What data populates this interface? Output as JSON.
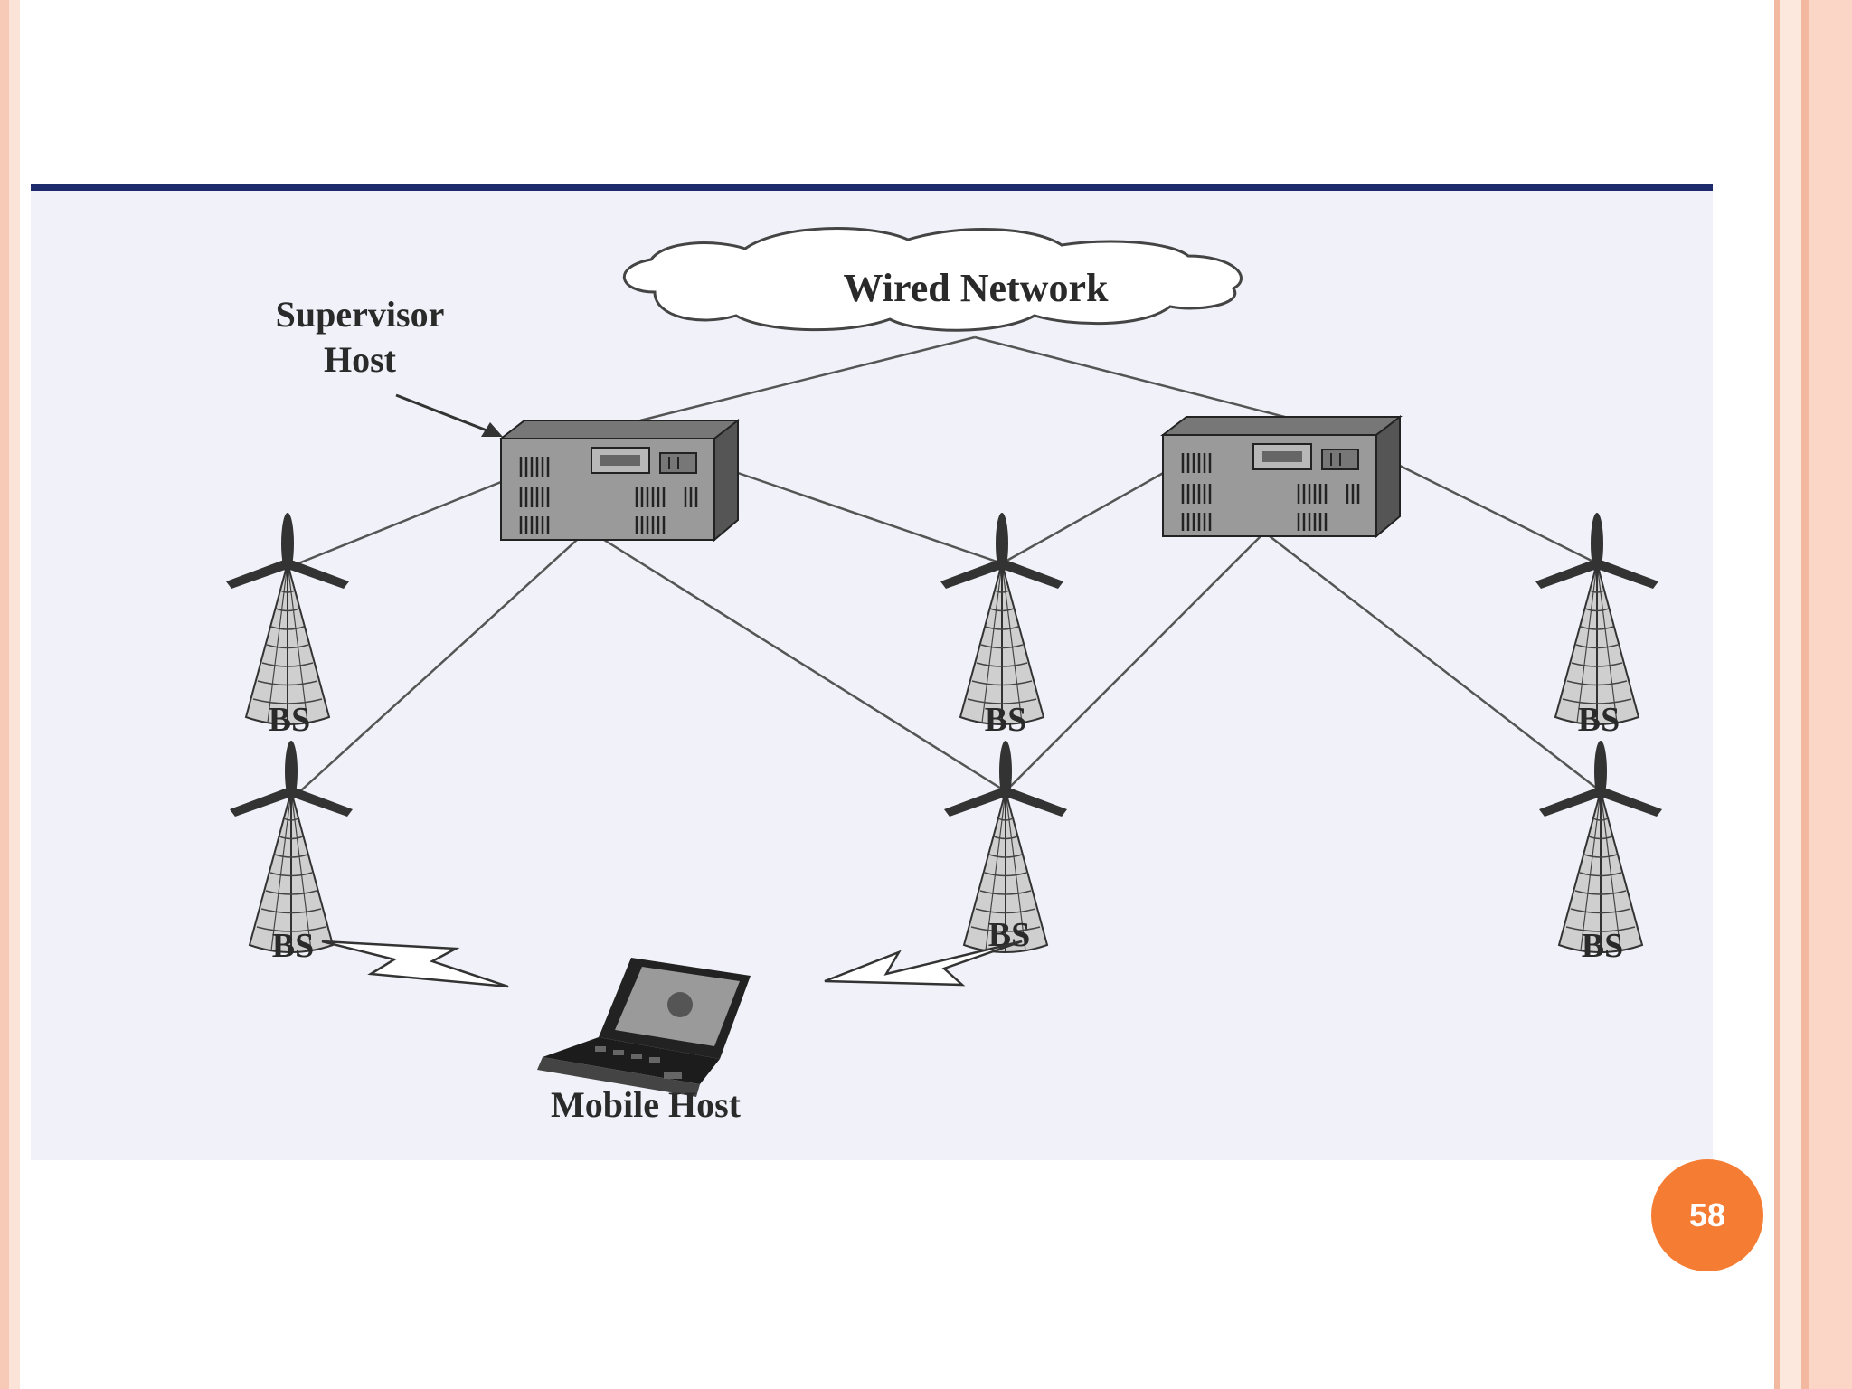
{
  "diagram": {
    "cloud_label": "Wired Network",
    "supervisor_label_line1": "Supervisor",
    "supervisor_label_line2": "Host",
    "bs_label": "BS",
    "mobile_label": "Mobile Host"
  },
  "slide": {
    "page_number": "58"
  },
  "colors": {
    "accent": "#f57c33",
    "frame": "#f7c9b7",
    "topline": "#1d2a6b",
    "diagram_bg": "#f1f2f9"
  }
}
